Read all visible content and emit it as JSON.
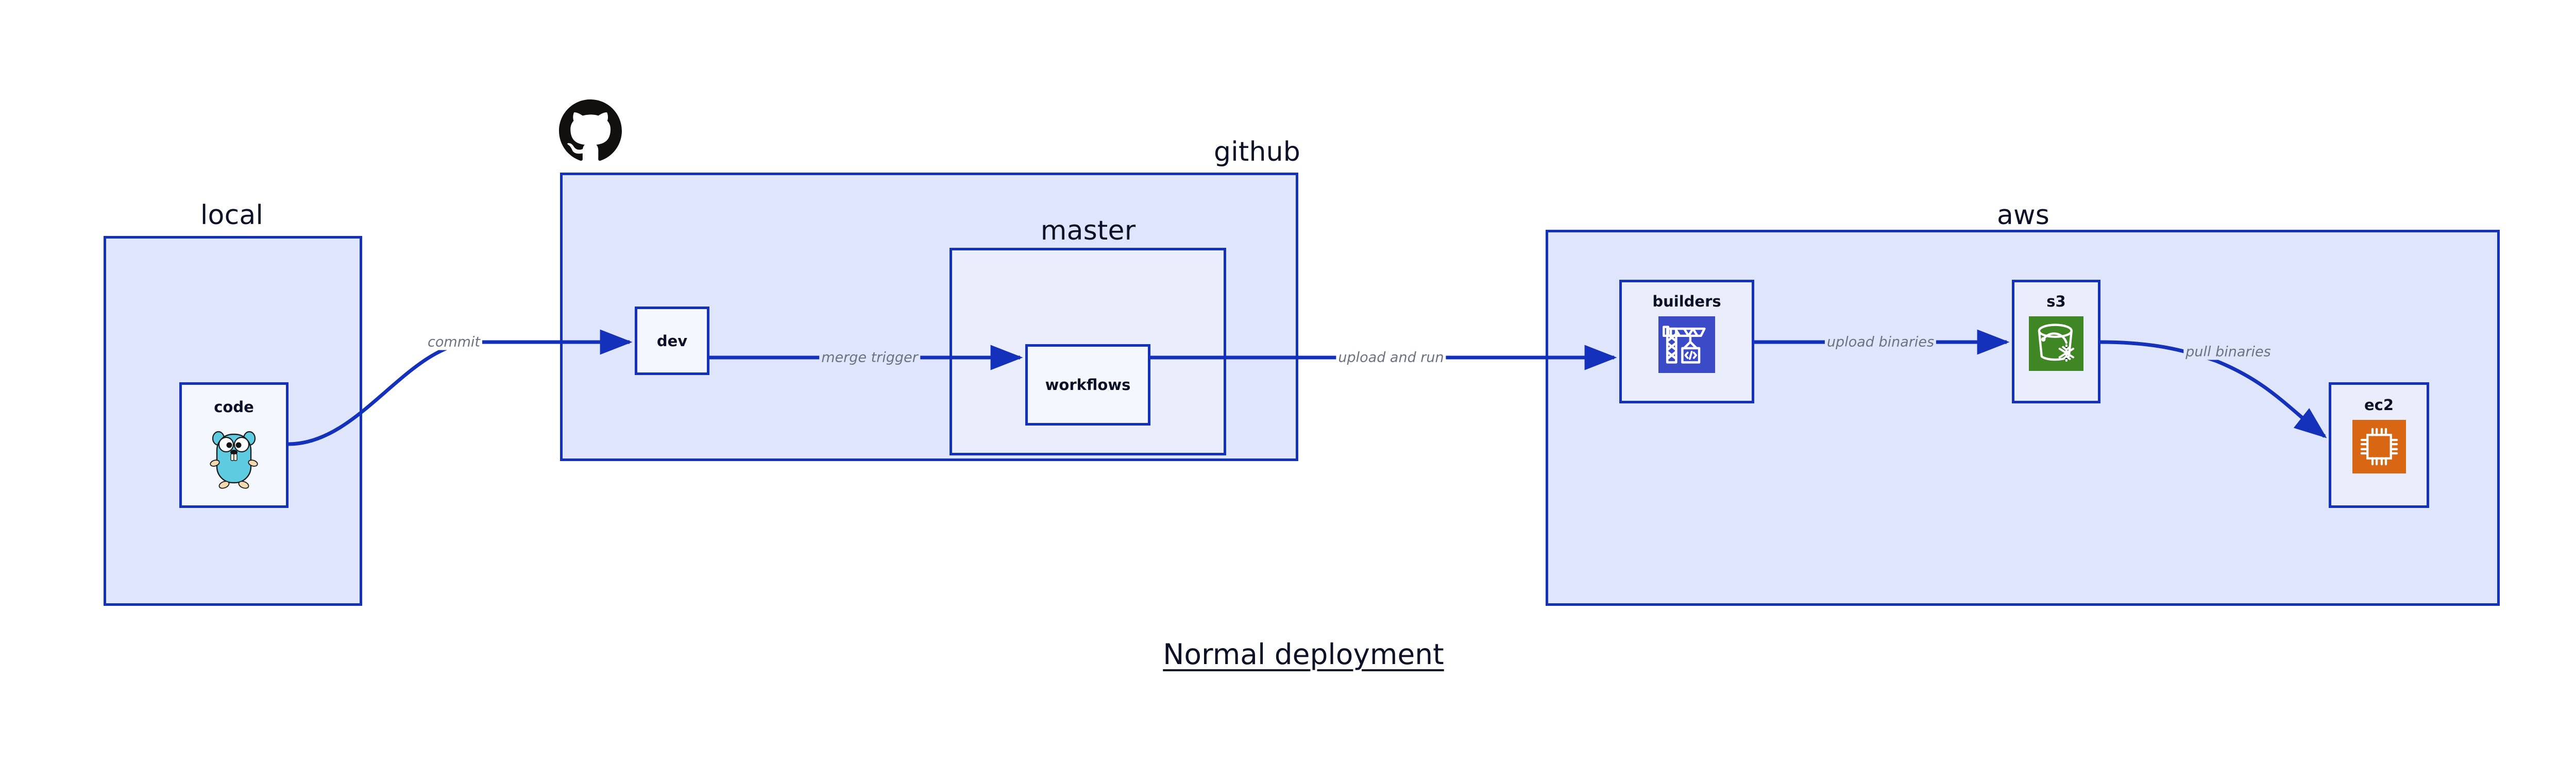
{
  "title": "Normal deployment",
  "colors": {
    "container_fill": "#dfe5fa",
    "container_border": "#1331ba",
    "node_fill": "#eaeefc",
    "node_fill_light": "#f5f7fe",
    "edge_stroke": "#1331ba",
    "edge_label_text": "#6b7280",
    "text_dark": "#0d1126",
    "codebuild_blue": "#3b4bc8",
    "s3_green": "#3f8624",
    "ec2_orange": "#d86613",
    "gopher_cyan": "#5fcbe0",
    "github_black": "#12100f"
  },
  "groups": [
    {
      "id": "local",
      "label": "local"
    },
    {
      "id": "github",
      "label": "github"
    },
    {
      "id": "master",
      "label": "master"
    },
    {
      "id": "aws",
      "label": "aws"
    }
  ],
  "nodes": [
    {
      "id": "code",
      "label": "code",
      "icon": "go-gopher-icon",
      "group": "local"
    },
    {
      "id": "dev",
      "label": "dev",
      "icon": null,
      "group": "github"
    },
    {
      "id": "workflows",
      "label": "workflows",
      "icon": null,
      "group": "master"
    },
    {
      "id": "builders",
      "label": "builders",
      "icon": "aws-codebuild-icon",
      "group": "aws"
    },
    {
      "id": "s3",
      "label": "s3",
      "icon": "aws-s3-glacier-icon",
      "group": "aws"
    },
    {
      "id": "ec2",
      "label": "ec2",
      "icon": "aws-ec2-icon",
      "group": "aws"
    }
  ],
  "edges": [
    {
      "id": "commit",
      "label": "commit",
      "from": "code",
      "to": "dev"
    },
    {
      "id": "merge-trigger",
      "label": "merge trigger",
      "from": "dev",
      "to": "workflows"
    },
    {
      "id": "upload-and-run",
      "label": "upload and run",
      "from": "workflows",
      "to": "builders"
    },
    {
      "id": "upload-binaries",
      "label": "upload binaries",
      "from": "builders",
      "to": "s3"
    },
    {
      "id": "pull-binaries",
      "label": "pull binaries",
      "from": "s3",
      "to": "ec2"
    }
  ],
  "logos": [
    {
      "id": "github-logo",
      "name": "github-octocat-logo"
    }
  ]
}
